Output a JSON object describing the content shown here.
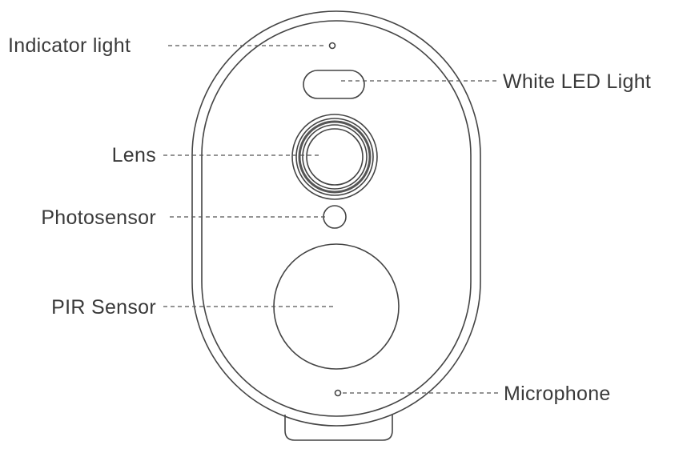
{
  "diagram": {
    "labels": {
      "indicator_light": "Indicator light",
      "white_led_light": "White LED Light",
      "lens": "Lens",
      "photosensor": "Photosensor",
      "pir_sensor": "PIR Sensor",
      "microphone": "Microphone"
    }
  }
}
